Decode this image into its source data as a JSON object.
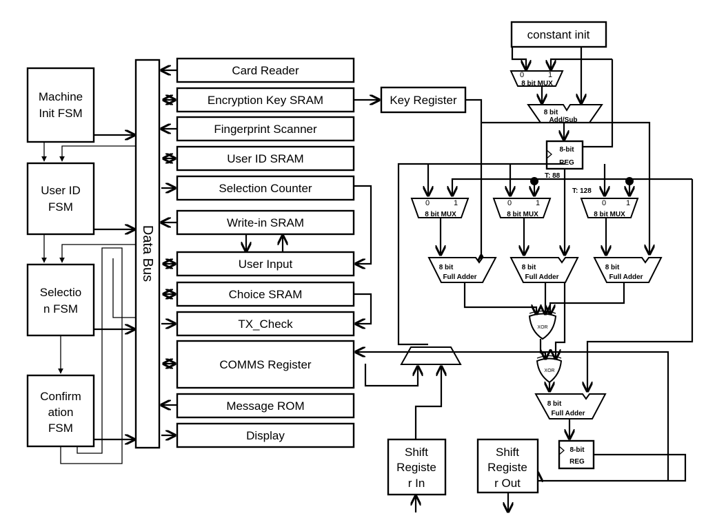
{
  "fsms": {
    "machine_init": [
      "Machine",
      "Init FSM"
    ],
    "user_id": [
      "User ID",
      "FSM"
    ],
    "selection": [
      "Selectio",
      "n FSM"
    ],
    "confirmation": [
      "Confirm",
      "ation",
      "FSM"
    ]
  },
  "data_bus": "Data Bus",
  "peripherals": {
    "card_reader": "Card Reader",
    "encryption_key_sram": "Encryption Key SRAM",
    "fingerprint_scanner": "Fingerprint Scanner",
    "user_id_sram": "User ID SRAM",
    "selection_counter": "Selection Counter",
    "write_in_sram": "Write-in SRAM",
    "user_input": "User Input",
    "choice_sram": "Choice SRAM",
    "tx_check": "TX_Check",
    "comms_register": "COMMS Register",
    "message_rom": "Message ROM",
    "display": "Display"
  },
  "crypto": {
    "key_register": "Key Register",
    "constant_init": "constant init",
    "mux_label": "8 bit MUX",
    "mux_in0": "0",
    "mux_in1": "1",
    "addsub_line1": "8 bit",
    "addsub_line2": "Add/Sub",
    "reg_line1": "8-bit",
    "reg_line2": "REG",
    "adder_line1": "8 bit",
    "adder_line2": "Full Adder",
    "xor": "XOR",
    "tap1": "T: 88",
    "tap2": "T: 128"
  },
  "shift_in": [
    "Shift",
    "Registe",
    "r In"
  ],
  "shift_out": [
    "Shift",
    "Registe",
    "r Out"
  ]
}
